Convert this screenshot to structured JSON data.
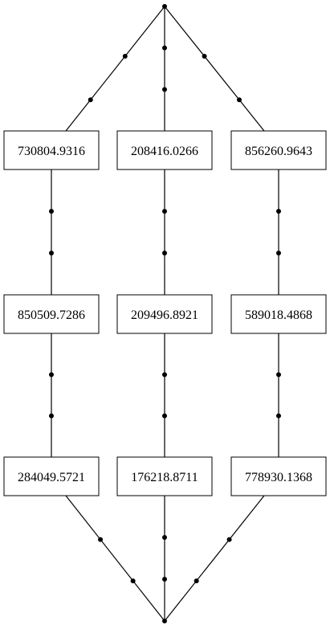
{
  "diagram": {
    "nodes": [
      {
        "id": "n1",
        "label": "730804.9316"
      },
      {
        "id": "n2",
        "label": "208416.0266"
      },
      {
        "id": "n3",
        "label": "856260.9643"
      },
      {
        "id": "n4",
        "label": "850509.7286"
      },
      {
        "id": "n5",
        "label": "209496.8921"
      },
      {
        "id": "n6",
        "label": "589018.4868"
      },
      {
        "id": "n7",
        "label": "284049.5721"
      },
      {
        "id": "n8",
        "label": "176218.8711"
      },
      {
        "id": "n9",
        "label": "778930.1368"
      }
    ],
    "edges": [
      {
        "from": "top",
        "to": "n1"
      },
      {
        "from": "top",
        "to": "n2"
      },
      {
        "from": "top",
        "to": "n3"
      },
      {
        "from": "n1",
        "to": "n4"
      },
      {
        "from": "n2",
        "to": "n5"
      },
      {
        "from": "n3",
        "to": "n6"
      },
      {
        "from": "n4",
        "to": "n7"
      },
      {
        "from": "n5",
        "to": "n8"
      },
      {
        "from": "n6",
        "to": "n9"
      },
      {
        "from": "n7",
        "to": "bottom"
      },
      {
        "from": "n8",
        "to": "bottom"
      },
      {
        "from": "n9",
        "to": "bottom"
      }
    ],
    "colors": {
      "stroke": "#000000",
      "fill": "#ffffff",
      "text": "#000000"
    }
  }
}
